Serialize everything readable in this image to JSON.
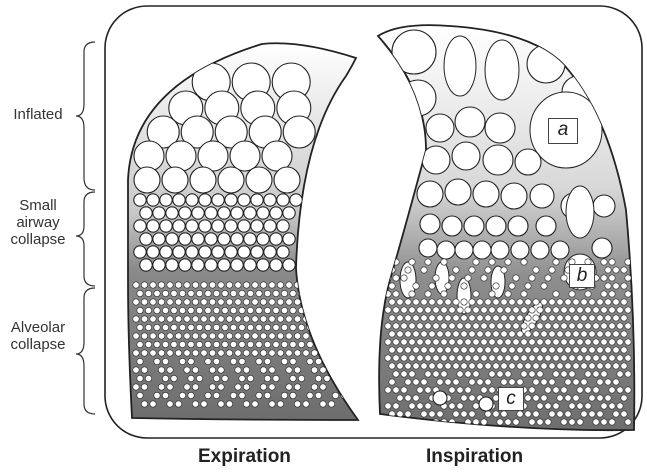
{
  "zone_labels": {
    "inflated": "Inflated",
    "small_airway_collapse": [
      "Small",
      "airway",
      "collapse"
    ],
    "alveolar_collapse": [
      "Alveolar",
      "collapse"
    ]
  },
  "captions": {
    "expiration": "Expiration",
    "inspiration": "Inspiration"
  },
  "markers": {
    "a": "a",
    "b": "b",
    "c": "c"
  },
  "colors": {
    "outline": "#222222",
    "lung_top": "#ffffff",
    "lung_mid": "#c8c8c8",
    "lung_bottom": "#707070",
    "alveolus": "#ffffff"
  }
}
